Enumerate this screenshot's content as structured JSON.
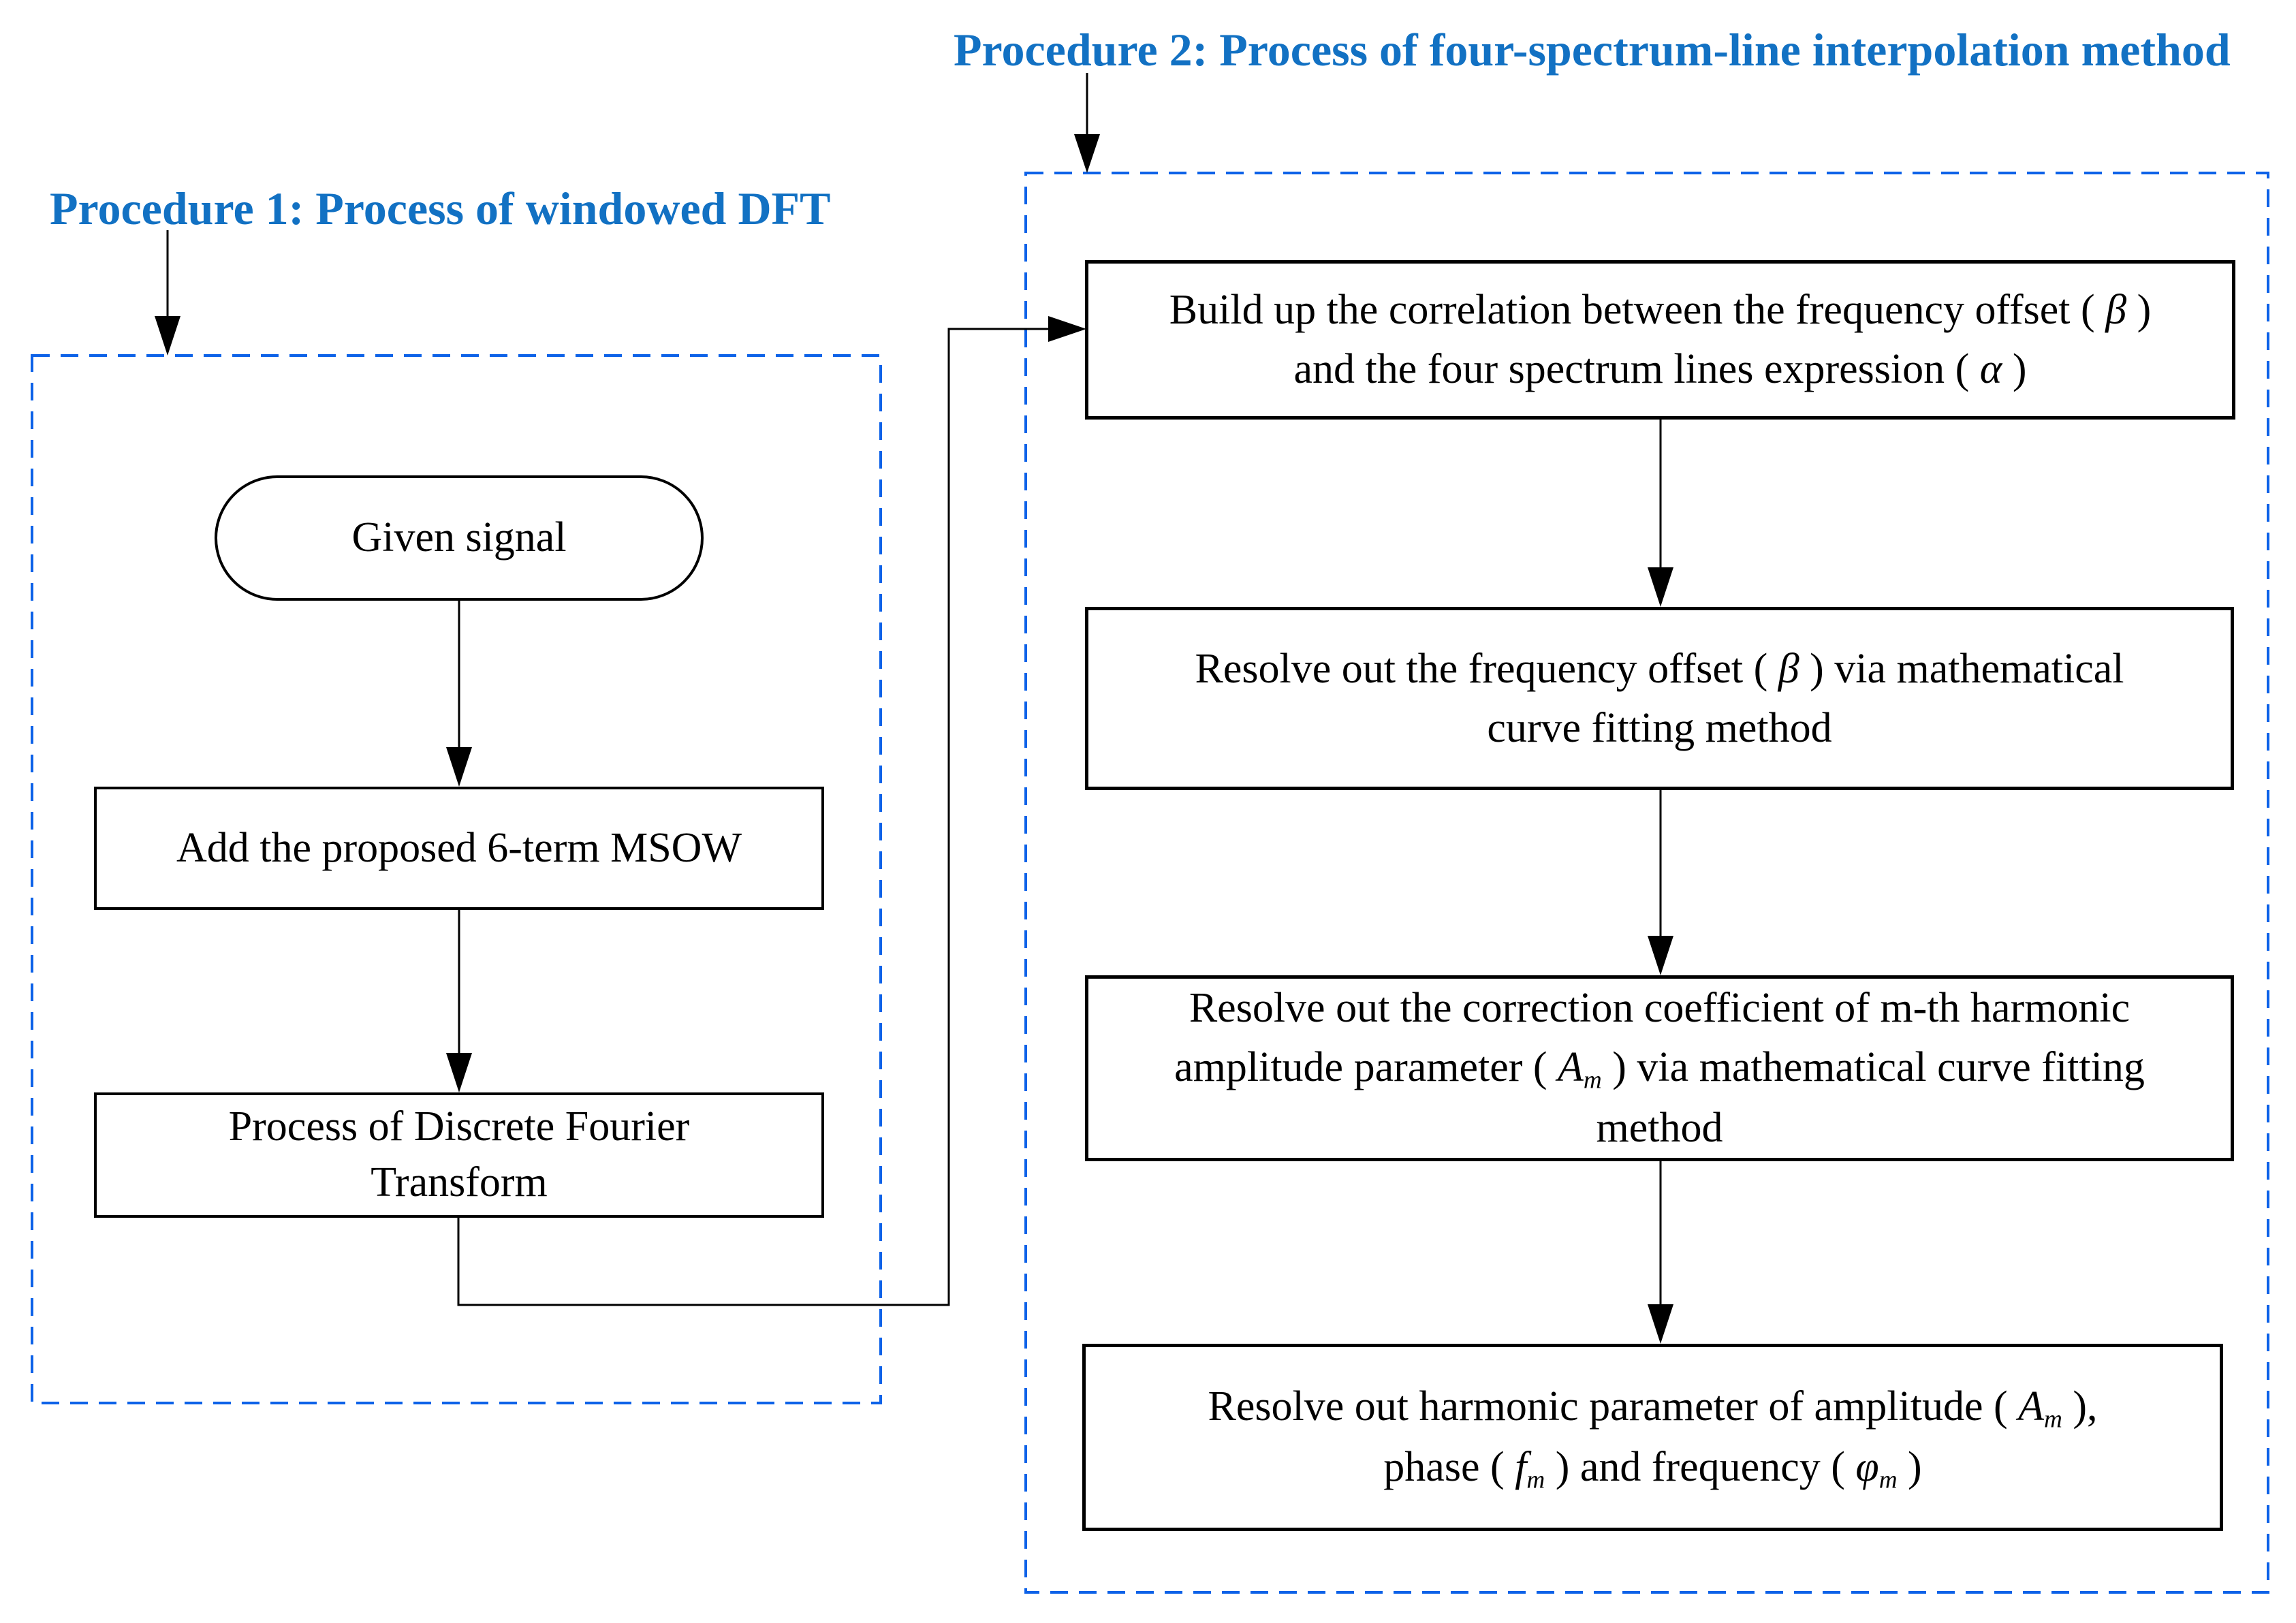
{
  "colors": {
    "title_blue": "#1271c3",
    "dash_blue": "#0d62e8",
    "line_black": "#000000"
  },
  "procedure1": {
    "title": "Procedure 1: Process of windowed DFT",
    "nodes": {
      "given_signal": "Given signal",
      "msow": "Add the proposed 6-term MSOW",
      "dft": [
        "Process of Discrete Fourier",
        "Transform"
      ]
    }
  },
  "procedure2": {
    "title": "Procedure 2: Process of four-spectrum-line interpolation method",
    "boxes": {
      "box1": {
        "lines": [
          [
            {
              "t": "Build up the correlation between the frequency offset ( "
            },
            {
              "t": "β",
              "s": "i"
            },
            {
              "t": " )"
            }
          ],
          [
            {
              "t": "and the four spectrum lines expression ( "
            },
            {
              "t": "α",
              "s": "i"
            },
            {
              "t": " )"
            }
          ]
        ]
      },
      "box2": {
        "lines": [
          [
            {
              "t": "Resolve out the frequency offset ( "
            },
            {
              "t": "β",
              "s": "i"
            },
            {
              "t": " ) via mathematical"
            }
          ],
          [
            {
              "t": "curve fitting method"
            }
          ]
        ]
      },
      "box3": {
        "lines": [
          [
            {
              "t": "Resolve out the correction coefficient of m-th harmonic"
            }
          ],
          [
            {
              "t": "amplitude parameter ( "
            },
            {
              "t": "A",
              "s": "i"
            },
            {
              "t": "m",
              "s": "is"
            },
            {
              "t": " ) via mathematical curve fitting"
            }
          ],
          [
            {
              "t": "method"
            }
          ]
        ]
      },
      "box4": {
        "lines": [
          [
            {
              "t": "Resolve out harmonic parameter of amplitude ( "
            },
            {
              "t": "A",
              "s": "i"
            },
            {
              "t": "m",
              "s": "is"
            },
            {
              "t": " ),"
            }
          ],
          [
            {
              "t": "phase ( "
            },
            {
              "t": "f",
              "s": "i"
            },
            {
              "t": "m",
              "s": "is"
            },
            {
              "t": " ) and frequency ( "
            },
            {
              "t": "φ",
              "s": "i"
            },
            {
              "t": "m",
              "s": "is"
            },
            {
              "t": " )"
            }
          ]
        ]
      }
    }
  }
}
